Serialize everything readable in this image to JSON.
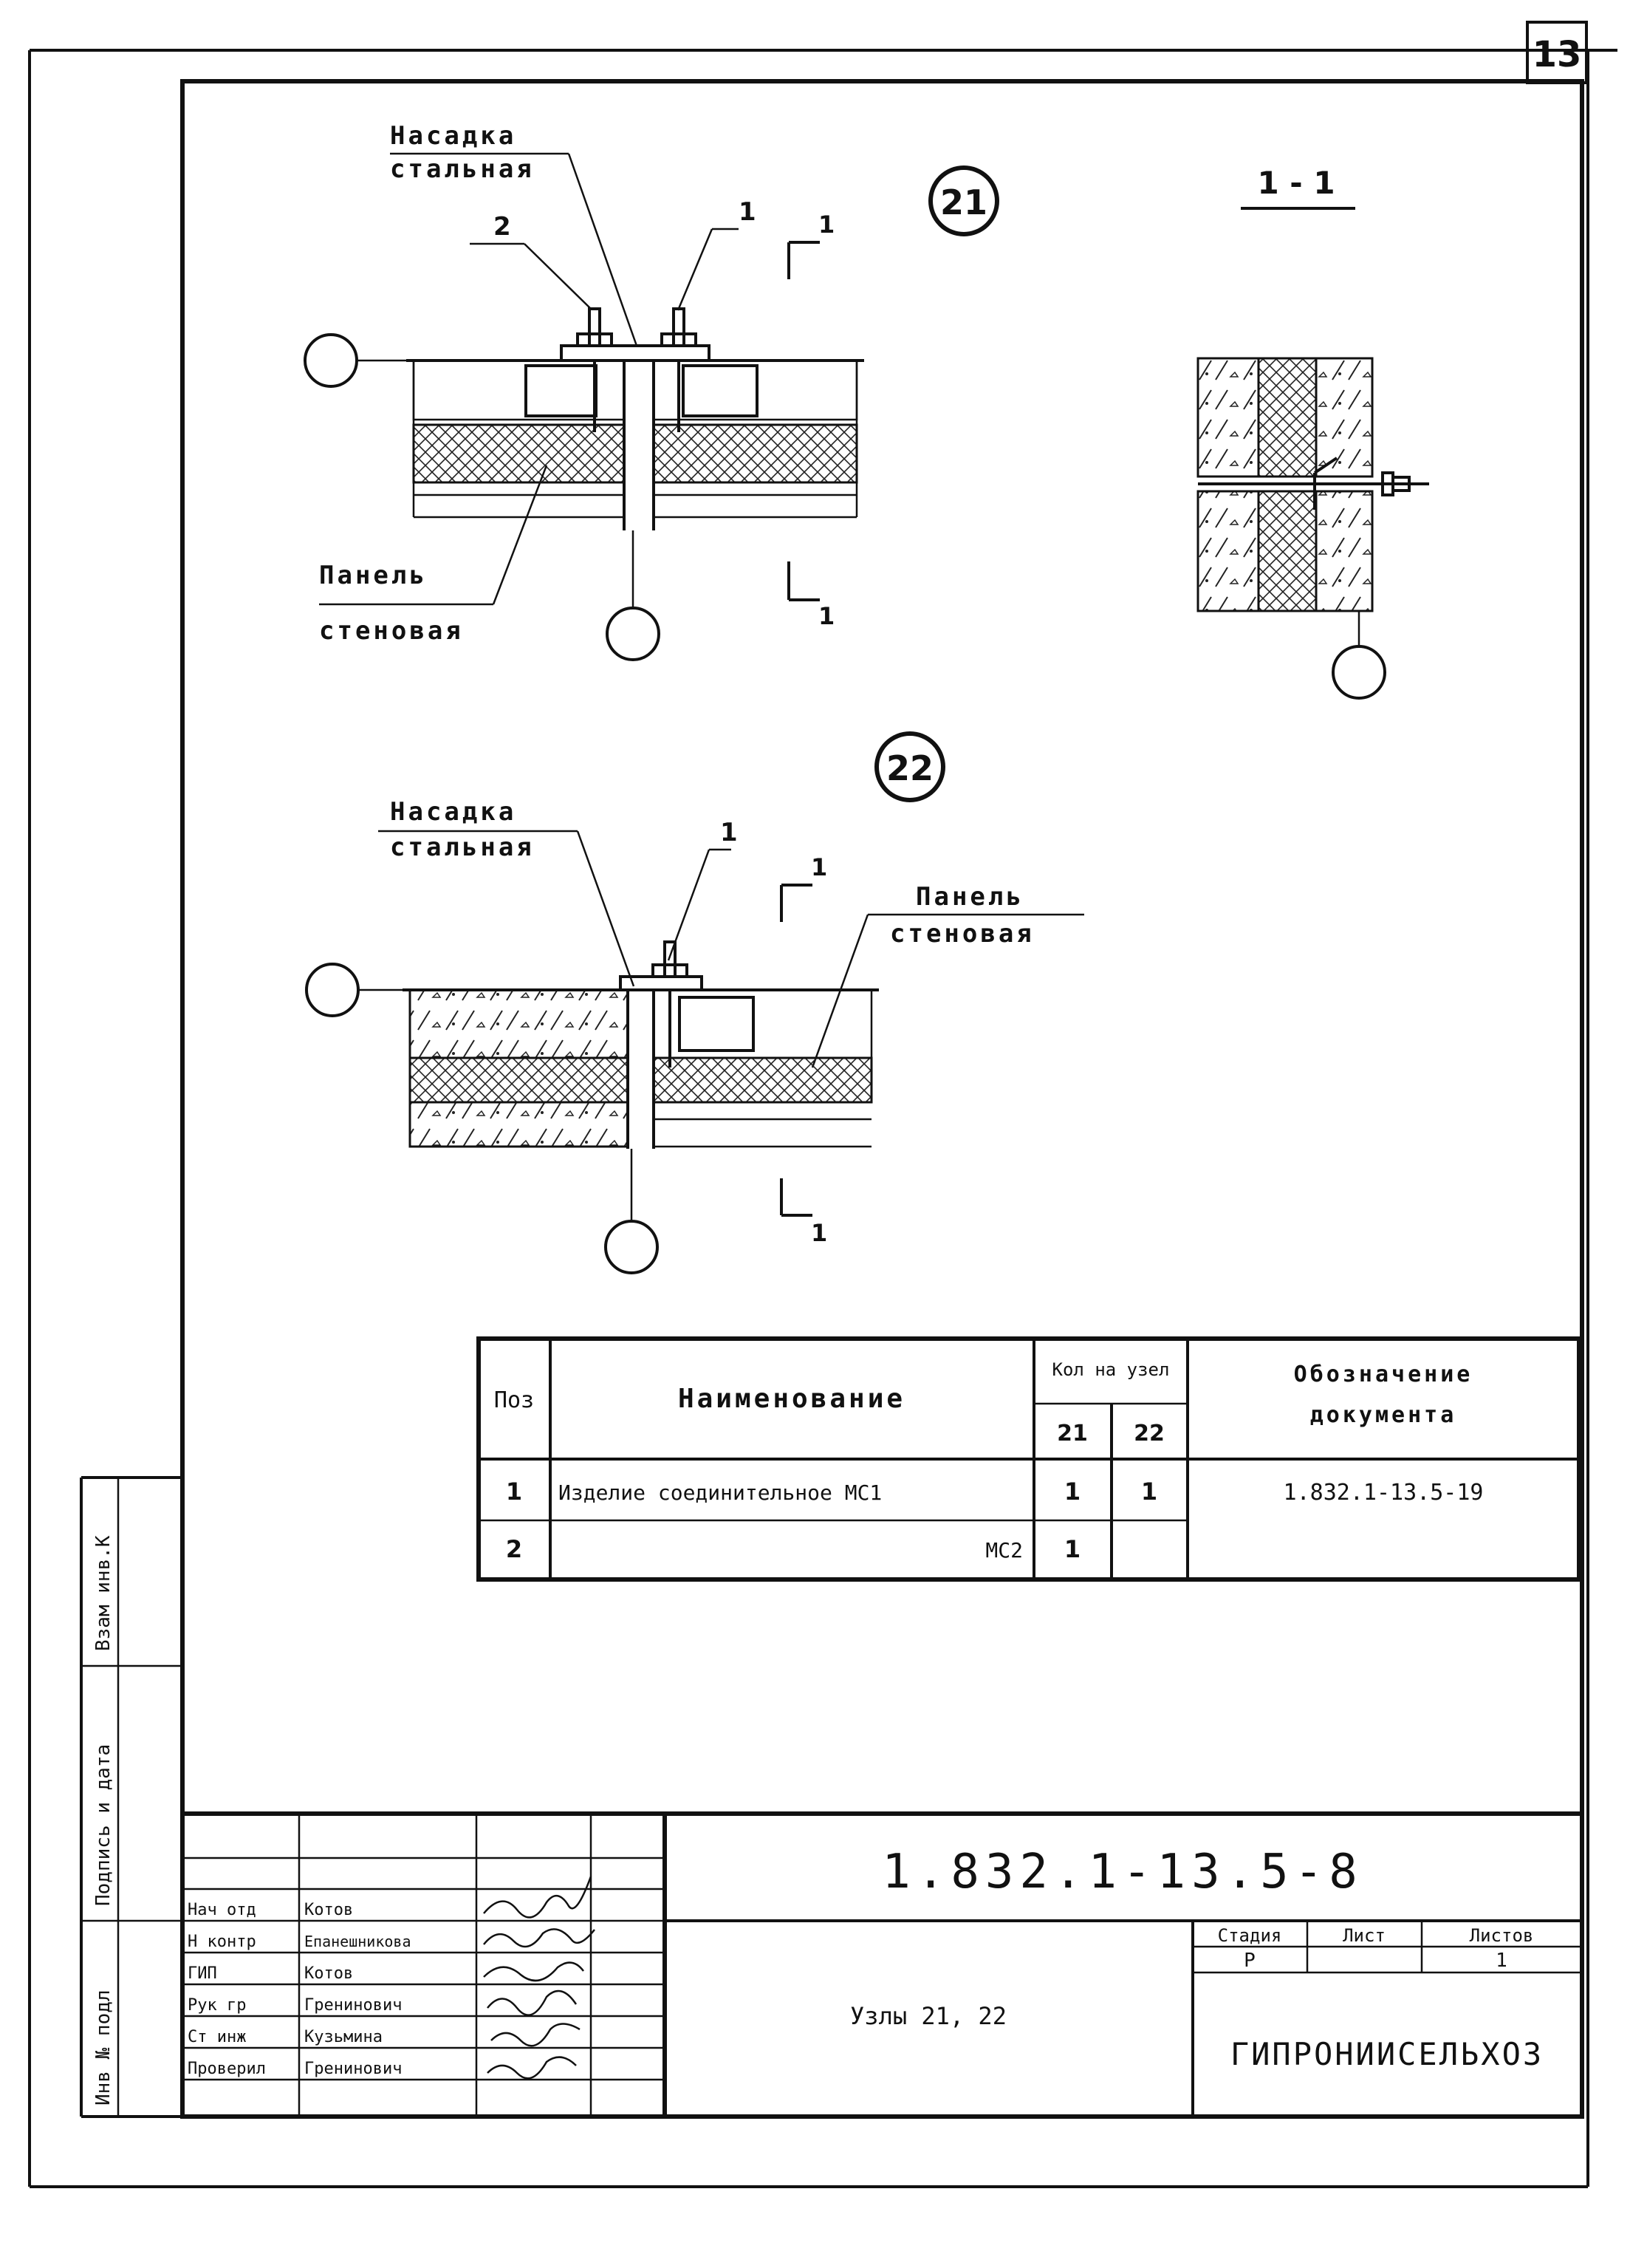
{
  "sheet": {
    "sheet_number": "13",
    "node_21": {
      "marker": "21",
      "label_nasadka": [
        "Насадка",
        "стальная"
      ],
      "pos_left": "2",
      "pos_right": "1",
      "label_panel": [
        "Панель",
        "стеновая"
      ],
      "cut_label": "1"
    },
    "section": {
      "title": "1 - 1"
    },
    "node_22": {
      "marker": "22",
      "label_nasadka": [
        "Насадка",
        "стальная"
      ],
      "pos_right": "1",
      "label_panel": [
        "Панель",
        "стеновая"
      ],
      "cut_label": "1"
    },
    "spec_table": {
      "headers": {
        "pos": "Поз",
        "name": "Наименование",
        "qty": "Кол на узел",
        "qty_21": "21",
        "qty_22": "22",
        "doc": [
          "Обозначение",
          "документа"
        ]
      },
      "rows": [
        {
          "pos": "1",
          "name": "Изделие соединительное МС1",
          "q21": "1",
          "q22": "1",
          "doc": "1.832.1-13.5-19"
        },
        {
          "pos": "2",
          "name": "МС2",
          "q21": "1",
          "q22": "",
          "doc": ""
        }
      ]
    },
    "side_stamp": [
      "Взам инв.К",
      "Подпись и дата",
      "Инв № подл"
    ],
    "title_block": {
      "code": "1.832.1-13.5-8",
      "title": "Узлы 21, 22",
      "col_stage": "Стадия",
      "col_sheet": "Лист",
      "col_sheets": "Листов",
      "stage": "Р",
      "sheet": "",
      "sheets": "1",
      "organization": "ГИПРОНИИСЕЛЬХОЗ",
      "people": [
        {
          "role": "Нач отд",
          "name": "Котов"
        },
        {
          "role": "Н контр",
          "name": "Епанешникова"
        },
        {
          "role": "ГИП",
          "name": "Котов"
        },
        {
          "role": "Рук гр",
          "name": "Гренинович"
        },
        {
          "role": "Ст инж",
          "name": "Кузьмина"
        },
        {
          "role": "Проверил",
          "name": "Гренинович"
        }
      ]
    }
  }
}
